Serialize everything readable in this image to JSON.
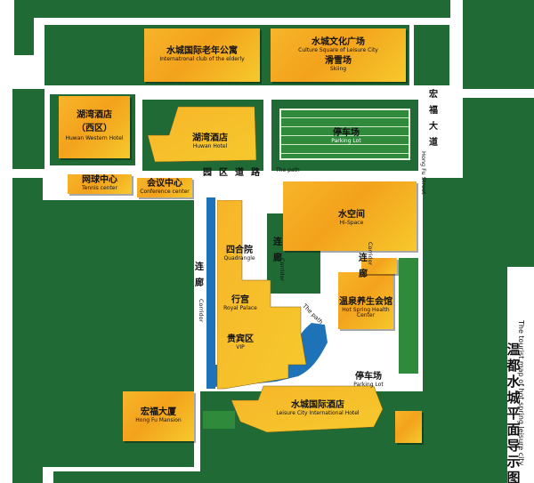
{
  "map_title": "温都水城平面导示图",
  "map_title_en": "The tourist map of hot spring leisure city",
  "roads": {
    "hongfu_zh": "宏福大道",
    "hongfu_en": "Hong Fu Street",
    "path_zh": "园区道路",
    "path_en": "The path",
    "path_diag_en": "The path",
    "corridor_left_zh": "连廊",
    "corridor_left_en": "Corridor",
    "corridor_mid_zh": "连廊",
    "corridor_mid_en": "Corridor",
    "corridor_right_zh": "连廊",
    "corridor_right_en": "Corridor"
  },
  "places": {
    "elderly": {
      "zh": "水城国际老年公寓",
      "en": "Internatronal club of the elderly"
    },
    "culture": {
      "zh": "水城文化广场",
      "en": "Culture Square of Leisure City"
    },
    "skiing": {
      "zh": "滑雪场",
      "en": "Skiing"
    },
    "huwan_west": {
      "zh": "湖湾酒店",
      "zh2": "（西区）",
      "en": "Huwan Western Hotel"
    },
    "huwan": {
      "zh": "湖湾酒店",
      "en": "Huwan Hotel"
    },
    "parking_top": {
      "zh": "停车场",
      "en": "Parking Lot"
    },
    "tennis": {
      "zh": "网球中心",
      "en": "Tennis center"
    },
    "conference": {
      "zh": "会议中心",
      "en": "Conference center"
    },
    "hispace": {
      "zh": "水空间",
      "en": "Hi-Space"
    },
    "quadrangle": {
      "zh": "四合院",
      "en": "Quadrangle"
    },
    "royal": {
      "zh": "行宫",
      "en": "Royal Palace"
    },
    "vip": {
      "zh": "贵宾区",
      "en": "VIP"
    },
    "health": {
      "zh": "温泉养生会馆",
      "en": "Hot Spring Health",
      "en2": "Center"
    },
    "parking_bottom": {
      "zh": "停车场",
      "en": "Parking Lot"
    },
    "intl_hotel": {
      "zh": "水城国际酒店",
      "en": "Leisure City International Hotel"
    },
    "mansion": {
      "zh": "宏福大厦",
      "en": "Hong Fu Mansion"
    }
  },
  "colors": {
    "green_dark": "#1f6a35",
    "green_light": "#2f8a3c",
    "orange": "#f3a21c",
    "water": "#1e73b8"
  }
}
